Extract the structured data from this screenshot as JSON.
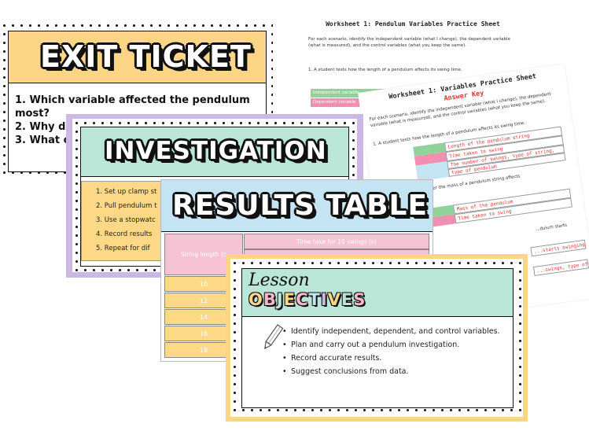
{
  "worksheet": {
    "title": "Worksheet 1: Pendulum Variables Practice Sheet",
    "instructions": "For each scenario, identify the independent variable (what I change), the dependent variable (what is measured), and the control variables (what you keep the same).",
    "question1": "1. A student tests how the length of a pendulum affects its swing time.",
    "rows": [
      {
        "label": "Independent variable",
        "color": "#8fd39a"
      },
      {
        "label": "Dependent variable",
        "color": "#f08fb0"
      }
    ]
  },
  "answer_key": {
    "title": "Worksheet 1: Variables Practice Sheet",
    "subtitle": "Answer Key",
    "instructions": "For each scenario, identify the independent variable (what I change), the dependent variable (what is measured), and the control variables (what you keep the same).",
    "question1": "1. A student tests how the length of a pendulum affects its swing time.",
    "q1_answers": [
      "Length of the pendulum string",
      "Time taken to swing",
      "The number of swings, type of string,",
      "type of pendulum"
    ],
    "question2": "2. A student tests whether the mass of a pendulum string affects",
    "q2_answers": [
      "Mass of the pendulum",
      "Time taken to swing"
    ],
    "q3_fragment": "...dulum starts",
    "q3_answers": [
      "...starts swinging",
      "...swings, type of"
    ]
  },
  "exit_ticket": {
    "title": "EXIT TICKET",
    "questions": [
      "1. Which variable affected the pendulum",
      "most?",
      "2. Why do",
      "3. What c"
    ]
  },
  "investigation": {
    "title": "INVESTIGATION",
    "steps": [
      "1. Set up clamp st",
      "2. Pull pendulum t",
      "3. Use a stopwatc",
      "4. Record results",
      "5. Repeat for dif"
    ]
  },
  "results_table": {
    "title": "RESULTS TABLE",
    "col_time": "Time take for 10 swings (s)",
    "col_length": "String length (c",
    "lengths": [
      "10",
      "12",
      "14",
      "16",
      "18"
    ]
  },
  "objectives": {
    "lesson_word": "Lesson",
    "title_letters": [
      {
        "ch": "O",
        "color": "#fcd686"
      },
      {
        "ch": "B",
        "color": "#f7b6cc"
      },
      {
        "ch": "J",
        "color": "#b9e6d6"
      },
      {
        "ch": "E",
        "color": "#fcd686"
      },
      {
        "ch": "C",
        "color": "#f7b6cc"
      },
      {
        "ch": "T",
        "color": "#c4e4f3"
      },
      {
        "ch": "I",
        "color": "#cdb8e5"
      },
      {
        "ch": "V",
        "color": "#fcd686"
      },
      {
        "ch": "E",
        "color": "#b9e6d6"
      },
      {
        "ch": "S",
        "color": "#f7b6cc"
      }
    ],
    "bullets": [
      "Identify independent, dependent, and control variables.",
      "Plan and carry out a pendulum investigation.",
      "Record accurate results.",
      "Suggest conclusions from data."
    ]
  }
}
